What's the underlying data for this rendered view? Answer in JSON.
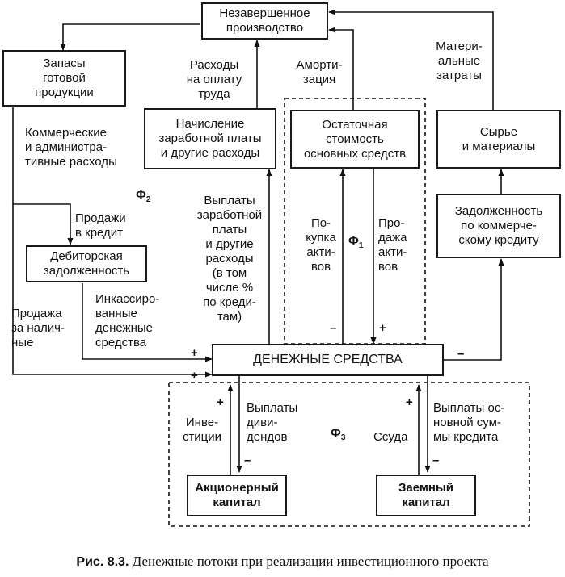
{
  "nodes": {
    "wip": "Незавершенное\nпроизводство",
    "finished_goods": "Запасы\nготовой\nпродукции",
    "wages_accrual": "Начисление\nзаработной платы\nи другие расходы",
    "residual_value": "Остаточная\nстоимость\nосновных средств",
    "raw_materials": "Сырье\nи материалы",
    "trade_credit_debt": "Задолженность\nпо коммерче-\nскому кредиту",
    "receivables": "Дебиторская\nзадолженность",
    "cash": "ДЕНЕЖНЫЕ СРЕДСТВА",
    "equity": "Акционерный\nкапитал",
    "loan_capital": "Заемный\nкапитал"
  },
  "labels": {
    "commercial_admin": "Коммерческие\nи администра-\nтивные расходы",
    "wage_costs": "Расходы\nна оплату\nтруда",
    "depreciation": "Аморти-\nзация",
    "material_costs": "Матери-\nальные\nзатраты",
    "credit_sales": "Продажи\nв кредит",
    "wage_payments": "Выплаты\nзаработной\nплаты\nи другие\nрасходы\n(в том\nчисле %\nпо креди-\nтам)",
    "asset_purchase": "По-\nкупка\nакти-\nвов",
    "asset_sale": "Про-\nдажа\nакти-\nвов",
    "cash_sales": "Продажа\nза налич-\nные",
    "collected_cash": "Инкассиро-\nванные\nденежные\nсредства",
    "investments": "Инве-\nстиции",
    "dividends": "Выплаты\nдиви-\nдендов",
    "loan": "Ссуда",
    "principal_repayment": "Выплаты ос-\nновной сум-\nмы кредита"
  },
  "phi": {
    "phi1": {
      "letter": "Ф",
      "sub": "1"
    },
    "phi2": {
      "letter": "Ф",
      "sub": "2"
    },
    "phi3": {
      "letter": "Ф",
      "sub": "3"
    }
  },
  "signs": {
    "plus": "+",
    "minus": "–"
  },
  "caption": {
    "number": "Рис. 8.3.",
    "text": "Денежные потоки при реализации инвестиционного проекта"
  }
}
